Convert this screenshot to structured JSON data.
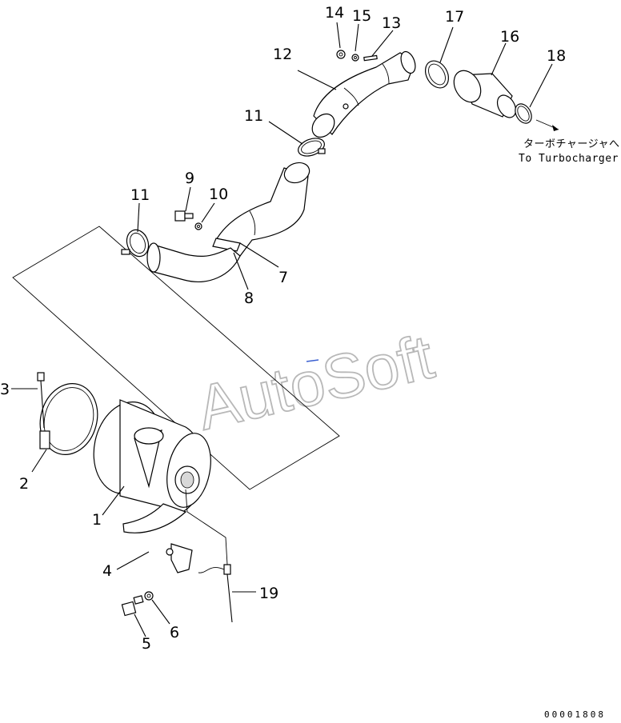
{
  "watermark": "AutoSoft",
  "destination_note": {
    "jp": "ターボチャージャへ",
    "en": "To Turbocharger"
  },
  "drawing_code": "00001808",
  "callouts": [
    {
      "id": "c1",
      "num": "1"
    },
    {
      "id": "c2",
      "num": "2"
    },
    {
      "id": "c3",
      "num": "3"
    },
    {
      "id": "c4",
      "num": "4"
    },
    {
      "id": "c5",
      "num": "5"
    },
    {
      "id": "c6",
      "num": "6"
    },
    {
      "id": "c7",
      "num": "7"
    },
    {
      "id": "c8",
      "num": "8"
    },
    {
      "id": "c9",
      "num": "9"
    },
    {
      "id": "c10",
      "num": "10"
    },
    {
      "id": "c11a",
      "num": "11"
    },
    {
      "id": "c11b",
      "num": "11"
    },
    {
      "id": "c12",
      "num": "12"
    },
    {
      "id": "c13",
      "num": "13"
    },
    {
      "id": "c14",
      "num": "14"
    },
    {
      "id": "c15",
      "num": "15"
    },
    {
      "id": "c16",
      "num": "16"
    },
    {
      "id": "c17",
      "num": "17"
    },
    {
      "id": "c18",
      "num": "18"
    },
    {
      "id": "c19",
      "num": "19"
    }
  ]
}
